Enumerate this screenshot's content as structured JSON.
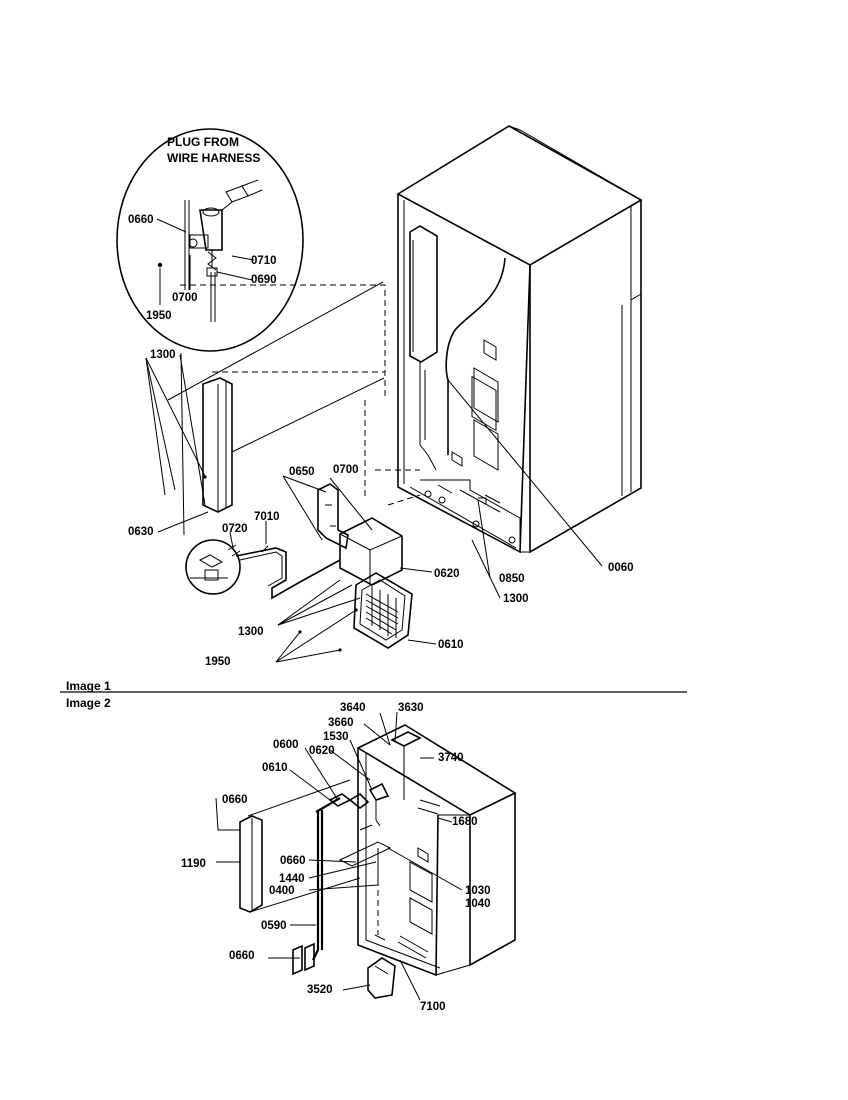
{
  "image1": {
    "caption": "Image 1",
    "inset_title_line1": "PLUG FROM",
    "inset_title_line2": "WIRE HARNESS",
    "labels": {
      "l0660_inset": "0660",
      "l0710": "0710",
      "l0690": "0690",
      "l0700_inset": "0700",
      "l1950_inset": "1950",
      "l1300_top": "1300",
      "l0650": "0650",
      "l0700": "0700",
      "l0630": "0630",
      "l0720": "0720",
      "l7010": "7010",
      "l0620": "0620",
      "l0850": "0850",
      "l0060": "0060",
      "l1300_right": "1300",
      "l1300_bottom": "1300",
      "l0610": "0610",
      "l1950": "1950"
    }
  },
  "image2": {
    "caption": "Image 2",
    "labels": {
      "l3640": "3640",
      "l3630": "3630",
      "l3660": "3660",
      "l1530": "1530",
      "l0600": "0600",
      "l0620": "0620",
      "l3740": "3740",
      "l0610": "0610",
      "l0660_top": "0660",
      "l1680": "1680",
      "l1190": "1190",
      "l0660_mid": "0660",
      "l1440": "1440",
      "l0400": "0400",
      "l1030": "1030",
      "l1040": "1040",
      "l0590": "0590",
      "l0660_bot": "0660",
      "l3520": "3520",
      "l7100": "7100"
    }
  }
}
